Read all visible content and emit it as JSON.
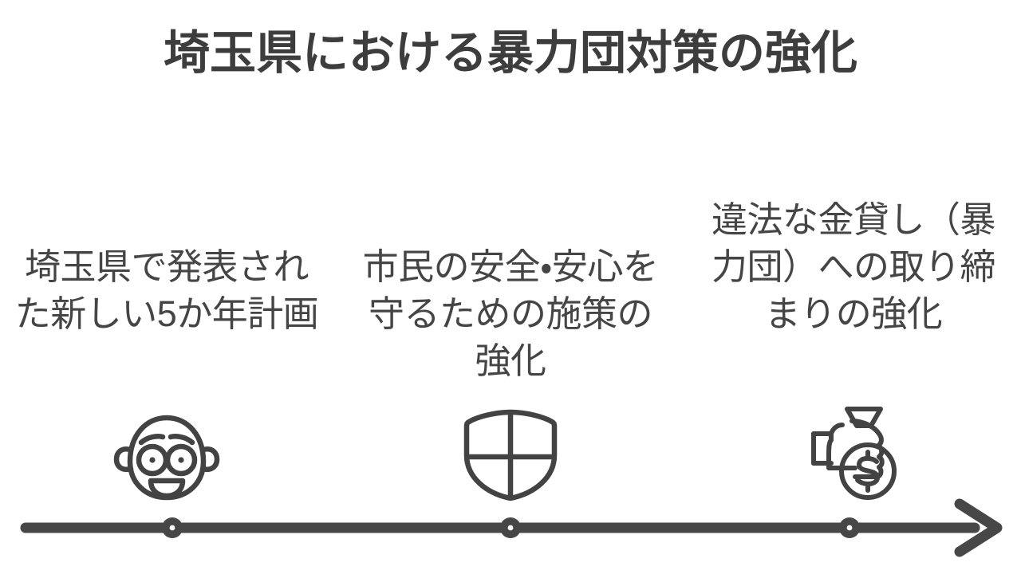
{
  "slide": {
    "background_color": "#ffffff",
    "ink_color": "#434343",
    "title_color": "#3d3d3d"
  },
  "header": {
    "title": "埼玉県における暴力団対策の強化"
  },
  "timeline": {
    "type": "horizontal-arrow",
    "direction": "right",
    "line_color": "#474747",
    "milestone_count": 3,
    "milestones": [
      {
        "index": 1,
        "text": "埼玉県で発表された新しい5か年計画",
        "lines": [
          "埼玉県で発表さ",
          "れた新しい5か",
          "年計画"
        ],
        "icon": "smiling-face-icon"
      },
      {
        "index": 2,
        "text": "市民の安全・安心を守るための施策の強化",
        "lines": [
          "市民の安全・安",
          "心を守るための",
          "施策の強化"
        ],
        "icon": "shield-icon"
      },
      {
        "index": 3,
        "text": "違法な金貸し（暴力団）への取り締まりの強化",
        "lines": [
          "違法な金貸し",
          "（暴力団）への",
          "取り締まりの強",
          "化"
        ],
        "icon": "hand-money-bag-icon"
      }
    ]
  }
}
